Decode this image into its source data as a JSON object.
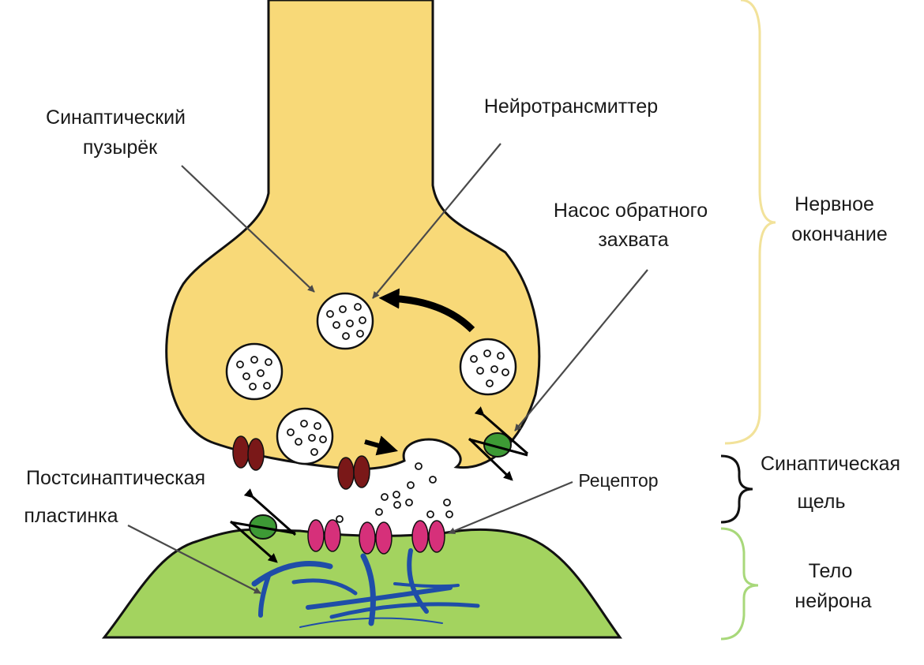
{
  "labels": {
    "vesicle": [
      "Синаптический",
      "пузырёк"
    ],
    "neurotransmitter": [
      "Нейротрансмиттер"
    ],
    "reuptake_pump": [
      "Насос обратного",
      "захвата"
    ],
    "nerve_ending": [
      "Нервное",
      "окончание"
    ],
    "synaptic_cleft": [
      "Синаптическая",
      "щель"
    ],
    "postsynaptic_plate": [
      "Постсинаптическая",
      "пластинка"
    ],
    "receptor": [
      "Рецептор"
    ],
    "neuron_body": [
      "Тело",
      "нейрона"
    ]
  },
  "colors": {
    "presynaptic_fill": "#f8d978",
    "postsynaptic_fill": "#a3d35f",
    "outline": "#111111",
    "vesicle_fill": "#ffffff",
    "channel": "#7a1818",
    "receptor": "#d6307a",
    "pump": "#3d9a35",
    "filament": "#1f4da8",
    "brace_nerve_ending": "#f2e29a",
    "brace_cleft": "#111111",
    "brace_neuron_body": "#a8d87a"
  }
}
